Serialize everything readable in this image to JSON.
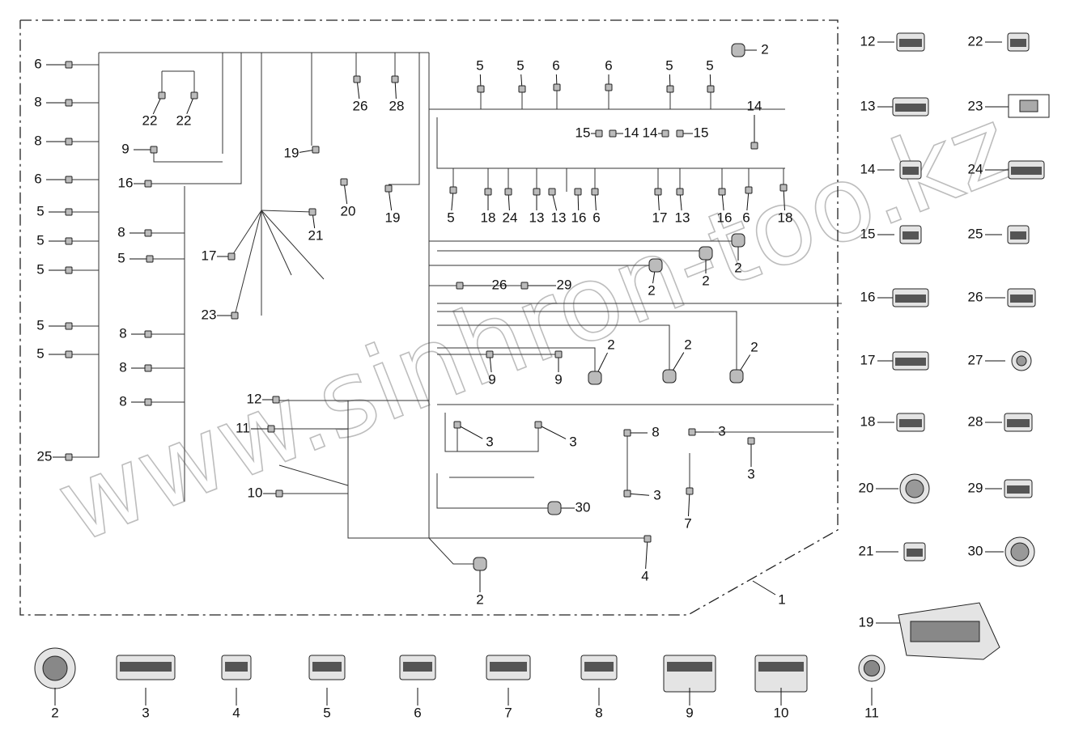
{
  "diagram": {
    "frame_callout": "1",
    "main_callouts": [
      "6",
      "8",
      "8",
      "6",
      "5",
      "5",
      "5",
      "5",
      "5",
      "25",
      "16",
      "8",
      "5",
      "8",
      "8",
      "8",
      "9",
      "22",
      "22",
      "26",
      "28",
      "19",
      "20",
      "19",
      "21",
      "17",
      "23",
      "2",
      "5",
      "5",
      "6",
      "6",
      "5",
      "5",
      "15",
      "14",
      "14",
      "15",
      "14",
      "5",
      "18",
      "24",
      "13",
      "13",
      "16",
      "6",
      "17",
      "13",
      "16",
      "6",
      "18",
      "2",
      "2",
      "2",
      "26",
      "29",
      "9",
      "9",
      "2",
      "2",
      "2",
      "12",
      "11",
      "10",
      "3",
      "3",
      "8",
      "3",
      "3",
      "3",
      "7",
      "30",
      "4",
      "2"
    ],
    "right_parts": [
      "12",
      "13",
      "14",
      "15",
      "16",
      "17",
      "18",
      "20",
      "21",
      "22",
      "23",
      "24",
      "25",
      "26",
      "27",
      "28",
      "29",
      "30",
      "19"
    ],
    "bottom_parts": [
      "2",
      "3",
      "4",
      "5",
      "6",
      "7",
      "8",
      "9",
      "10",
      "11"
    ],
    "watermark": "www.sinhron-too.kz"
  }
}
